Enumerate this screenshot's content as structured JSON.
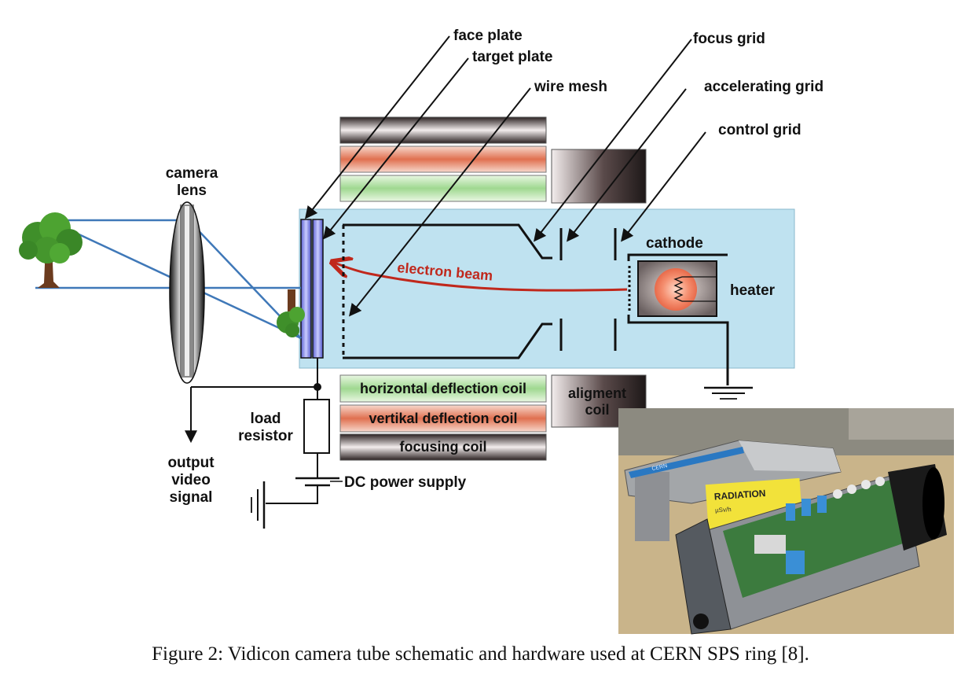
{
  "diagram": {
    "labels": {
      "face_plate": "face plate",
      "target_plate": "target plate",
      "wire_mesh": "wire mesh",
      "focus_grid": "focus grid",
      "accelerating_grid": "accelerating grid",
      "control_grid": "control grid",
      "camera_lens_line1": "camera",
      "camera_lens_line2": "lens",
      "cathode": "cathode",
      "heater": "heater",
      "electron_beam": "electron beam",
      "load_resistor_line1": "load",
      "load_resistor_line2": "resistor",
      "output_line1": "output",
      "output_line2": "video",
      "output_line3": "signal",
      "dc_power_supply": "DC power supply",
      "alignment_coil_line1": "aligment",
      "alignment_coil_line2": "coil"
    },
    "coils": {
      "horizontal": "horizontal deflection  coil",
      "vertical": "vertikal deflection  coil",
      "focusing": "focusing coil"
    },
    "colors": {
      "tube_fill": "#bfe2f0",
      "beam": "#c0281c",
      "lens_rays": "#3f78b8",
      "green_coil": "#9fd890",
      "orange_coil": "#e48466",
      "dark_coil": "#2f2626"
    }
  },
  "photo": {
    "radiation_label": "RADIATION",
    "radiation_small": "µSv/h",
    "pen_text": "CERN"
  },
  "caption": "Figure 2: Vidicon camera tube schematic and hardware used at CERN SPS ring [8]."
}
